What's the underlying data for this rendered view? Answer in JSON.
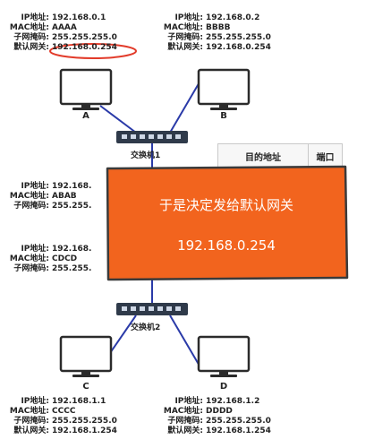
{
  "hosts": {
    "A": {
      "name": "A",
      "ip": "192.168.0.1",
      "mac": "AAAA",
      "mask": "255.255.255.0",
      "gateway": "192.168.0.254"
    },
    "B": {
      "name": "B",
      "ip": "192.168.0.2",
      "mac": "BBBB",
      "mask": "255.255.255.0",
      "gateway": "192.168.0.254"
    },
    "C": {
      "name": "C",
      "ip": "192.168.1.1",
      "mac": "CCCC",
      "mask": "255.255.255.0",
      "gateway": "192.168.1.254"
    },
    "D": {
      "name": "D",
      "ip": "192.168.1.2",
      "mac": "DDDD",
      "mask": "255.255.255.0",
      "gateway": "192.168.1.254"
    },
    "L1": {
      "ip": "192.168.",
      "mac": "ABAB",
      "mask": "255.255."
    },
    "L2": {
      "ip": "192.168.",
      "mac": "CDCD",
      "mask": "255.255."
    }
  },
  "labels": {
    "ip": "IP地址:",
    "mac": "MAC地址:",
    "mask": "子网掩码:",
    "gateway": "默认网关:"
  },
  "switches": {
    "s1": "交换机1",
    "s2": "交换机2"
  },
  "table": {
    "col_dest": "目的地址",
    "col_port": "端口"
  },
  "callout": {
    "line1": "于是决定发给默认网关",
    "line2": "192.168.0.254"
  },
  "colors": {
    "link": "#2a3aa8",
    "callout_fill": "#f2641e",
    "callout_stroke": "#3a3a3a",
    "highlight": "#e23b2a"
  }
}
